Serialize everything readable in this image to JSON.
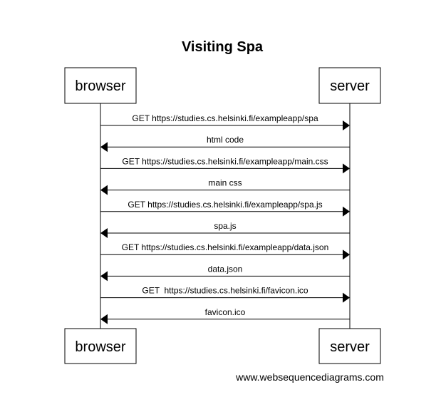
{
  "diagram": {
    "title": "Visiting Spa",
    "participants": [
      {
        "id": "browser",
        "label": "browser"
      },
      {
        "id": "server",
        "label": "server"
      }
    ],
    "messages": [
      {
        "from": "browser",
        "to": "server",
        "label": "GET https://studies.cs.helsinki.fi/exampleapp/spa"
      },
      {
        "from": "server",
        "to": "browser",
        "label": "html code"
      },
      {
        "from": "browser",
        "to": "server",
        "label": "GET https://studies.cs.helsinki.fi/exampleapp/main.css"
      },
      {
        "from": "server",
        "to": "browser",
        "label": "main css"
      },
      {
        "from": "browser",
        "to": "server",
        "label": "GET https://studies.cs.helsinki.fi/exampleapp/spa.js"
      },
      {
        "from": "server",
        "to": "browser",
        "label": "spa.js"
      },
      {
        "from": "browser",
        "to": "server",
        "label": "GET https://studies.cs.helsinki.fi/exampleapp/data.json"
      },
      {
        "from": "server",
        "to": "browser",
        "label": "data.json"
      },
      {
        "from": "browser",
        "to": "server",
        "label": "GET  https://studies.cs.helsinki.fi/favicon.ico"
      },
      {
        "from": "server",
        "to": "browser",
        "label": "favicon.ico"
      }
    ],
    "watermark": "www.websequencediagrams.com"
  }
}
